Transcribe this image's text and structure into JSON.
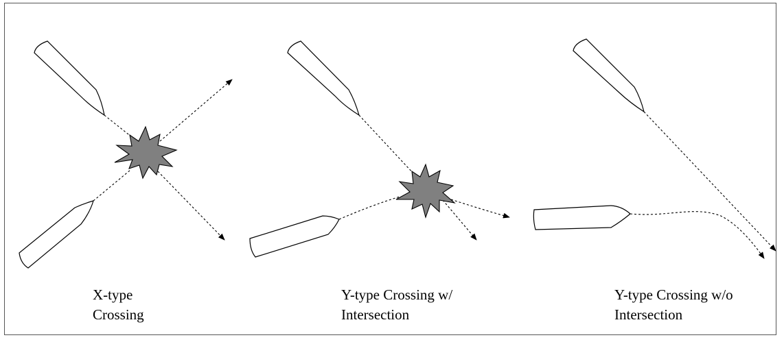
{
  "panels": [
    {
      "id": "x-type",
      "caption_lines": [
        "X-type",
        "Crossing"
      ]
    },
    {
      "id": "y-type-with-intersection",
      "caption_lines": [
        "Y-type Crossing w/",
        "Intersection"
      ]
    },
    {
      "id": "y-type-without-intersection",
      "caption_lines": [
        "Y-type Crossing w/o",
        "Intersection"
      ]
    }
  ],
  "colors": {
    "outline": "#000000",
    "collision_fill": "#808080",
    "frame": "#555555"
  },
  "icons": {
    "ship": "ship-hull-outline",
    "collision": "collision-starburst",
    "path": "dashed-arrow-path"
  }
}
